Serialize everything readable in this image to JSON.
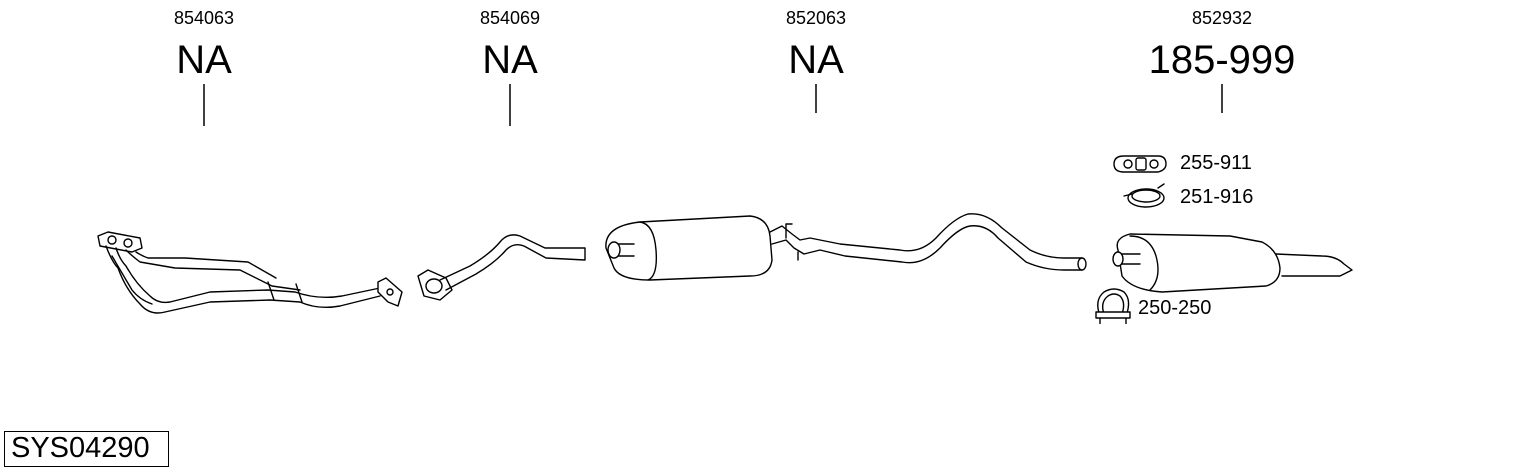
{
  "system_code": "SYS04290",
  "columns": [
    {
      "code": "854063",
      "part": "NA"
    },
    {
      "code": "854069",
      "part": "NA"
    },
    {
      "code": "852063",
      "part": "NA"
    },
    {
      "code": "852932",
      "part": "185-999"
    }
  ],
  "accessories": [
    {
      "label": "255-911",
      "icon": "rubber-hanger-icon"
    },
    {
      "label": "251-916",
      "icon": "clamp-band-icon"
    },
    {
      "label": "250-250",
      "icon": "u-bolt-clamp-icon"
    }
  ]
}
